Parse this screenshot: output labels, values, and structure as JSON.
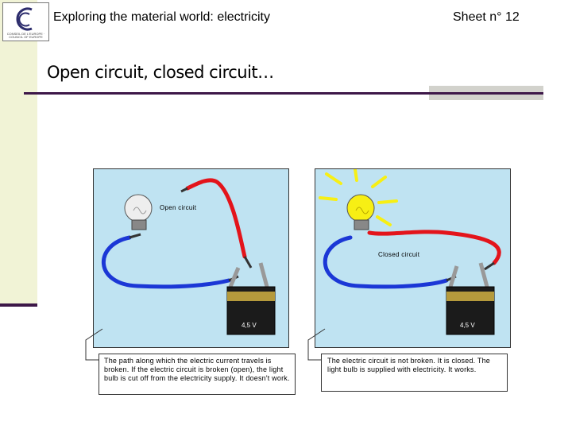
{
  "header": {
    "title": "Exploring the material world: electricity",
    "sheet": "Sheet n° 12"
  },
  "logo": {
    "icon": "council-of-europe-logo",
    "caption": "CONSEIL DE L'EUROPE · COUNCIL OF EUROPE"
  },
  "page_title": "Open circuit, closed circuit…",
  "panels": {
    "open": {
      "label": "Open circuit",
      "battery": "4,5 V",
      "caption": "The path along which the electric current travels is broken. If the electric circuit is broken (open), the light bulb is cut off from the electricity supply. It doesn't work."
    },
    "closed": {
      "label": "Closed circuit",
      "battery": "4,5 V",
      "caption": "The electric circuit is not broken. It is closed. The light bulb is supplied with electricity. It works."
    }
  },
  "colors": {
    "accent": "#3d1748",
    "sidebar": "#f1f3d6",
    "panel_bg": "#bfe3f2",
    "wire_positive": "#e3141b",
    "wire_negative": "#1b37d6",
    "bulb_on": "#f7ef14",
    "bulb_off": "#eeeeee"
  }
}
